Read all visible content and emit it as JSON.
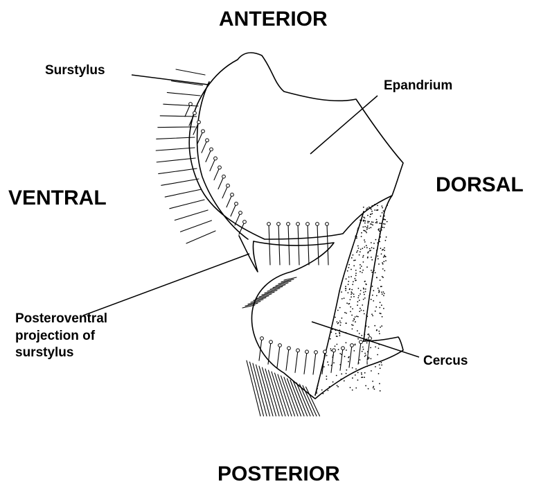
{
  "orientation": {
    "anterior": "ANTERIOR",
    "posterior": "POSTERIOR",
    "ventral": "VENTRAL",
    "dorsal": "DORSAL"
  },
  "labels": {
    "surstylus": "Surstylus",
    "epandrium": "Epandrium",
    "projection": [
      "Posteroventral",
      "projection of",
      "surstylus"
    ],
    "cercus": "Cercus"
  },
  "colors": {
    "ink": "#000000",
    "background": "#ffffff"
  }
}
